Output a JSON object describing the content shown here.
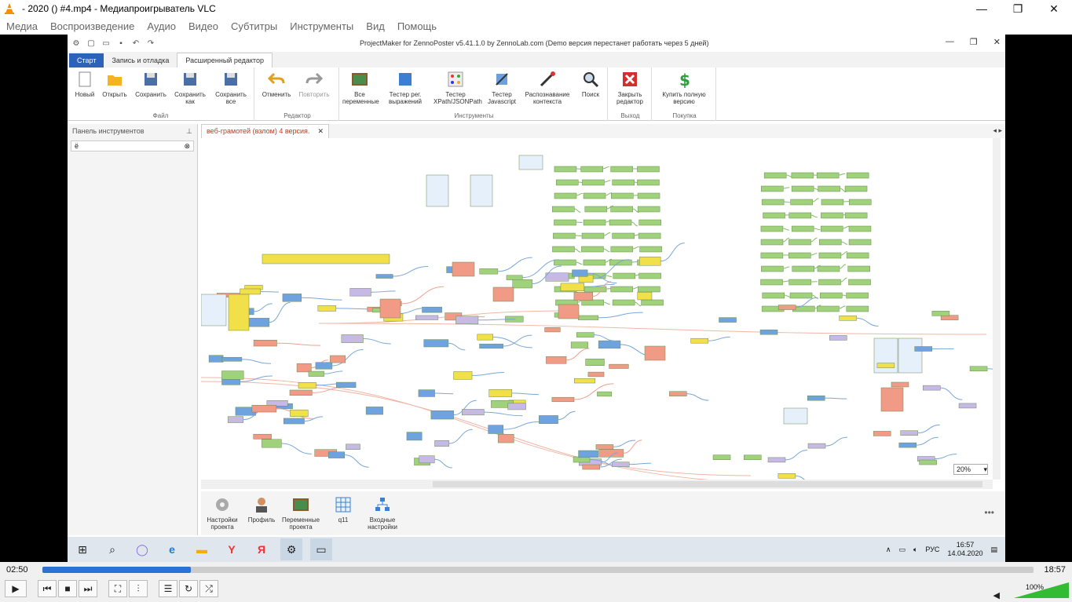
{
  "vlc": {
    "title": "- 2020 () #4.mp4 - Медиапроигрыватель VLC",
    "menu": [
      "Медиа",
      "Воспроизведение",
      "Аудио",
      "Видео",
      "Субтитры",
      "Инструменты",
      "Вид",
      "Помощь"
    ],
    "time_elapsed": "02:50",
    "time_total": "18:57",
    "progress": 0.15,
    "volume": "100%",
    "volume_level": 1.0
  },
  "zenno": {
    "title": "ProjectMaker for ZennoPoster v5.41.1.0 by ZennoLab.com (Demo версия перестанет работать через 5 дней)",
    "tabs": [
      "Старт",
      "Запись и отладка",
      "Расширенный редактор"
    ],
    "ribbon": {
      "groups": [
        {
          "label": "Файл",
          "buttons": [
            "Новый",
            "Открыть",
            "Сохранить",
            "Сохранить как",
            "Сохранить все"
          ]
        },
        {
          "label": "Редактор",
          "buttons": [
            "Отменить",
            "Повторить"
          ]
        },
        {
          "label": "Инструменты",
          "buttons": [
            "Все переменные",
            "Тестер рег. выражений",
            "Тестер XPath/JSONPath",
            "Тестер Javascript",
            "Распознавание контекста",
            "Поиск"
          ]
        },
        {
          "label": "Выход",
          "buttons": [
            "Закрыть редактор"
          ]
        },
        {
          "label": "Покупка",
          "buttons": [
            "Купить полную версию"
          ]
        }
      ]
    },
    "toolbox": {
      "title": "Панель инструментов",
      "search_value": "ё"
    },
    "doc_tab": "веб-грамотей (взлом) 4 версия.",
    "zoom": "20%",
    "bottom_items": [
      "Настройки проекта",
      "Профиль",
      "Переменные проекта",
      "q11",
      "Входные настройки"
    ]
  },
  "taskbar": {
    "lang": "РУС",
    "time": "16:57",
    "date": "14.04.2020"
  },
  "colors": {
    "green_node": "#9fd27a",
    "blue_node": "#6fa3df",
    "yellow_node": "#f2e04a",
    "red_node": "#f19a85",
    "accent": "#2b63b8"
  }
}
